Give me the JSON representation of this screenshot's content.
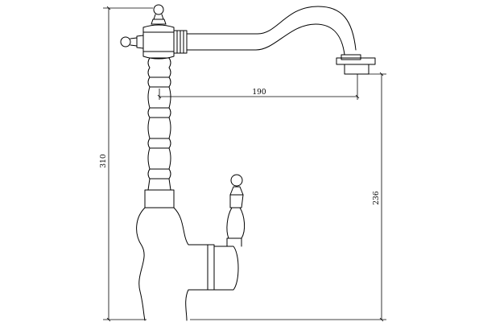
{
  "dimensions": {
    "spout_reach": "190",
    "total_height": "310",
    "spout_height": "236"
  },
  "colors": {
    "stroke": "#000000",
    "background": "#ffffff"
  }
}
